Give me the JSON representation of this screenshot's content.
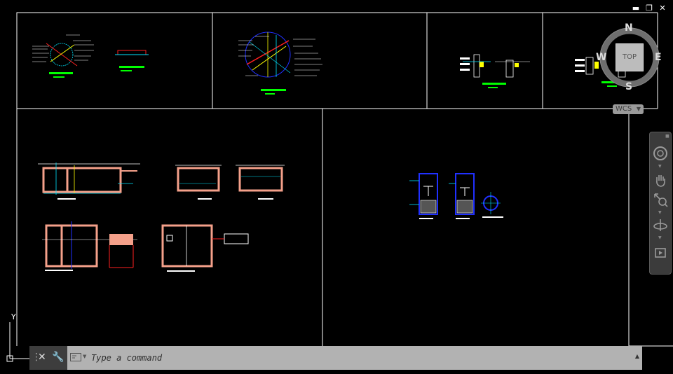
{
  "window": {
    "minimize_icon": "minimize-icon",
    "restore_icon": "restore-icon",
    "close_icon": "close-icon"
  },
  "viewcube": {
    "north": "N",
    "south": "S",
    "east": "E",
    "west": "W",
    "face": "TOP",
    "wcs_label": "WCS"
  },
  "ucs": {
    "y_axis": "Y"
  },
  "command_line": {
    "placeholder": "Type a command"
  },
  "colors": {
    "background": "#000000",
    "border_lines": "#ffffff",
    "drawing_salmon": "#f4a08a",
    "drawing_cyan": "#00e5ff",
    "drawing_yellow": "#ffff00",
    "drawing_green": "#00ff00",
    "drawing_red": "#ff2020",
    "drawing_blue": "#2030ff",
    "command_bar": "#b2b2b2"
  }
}
